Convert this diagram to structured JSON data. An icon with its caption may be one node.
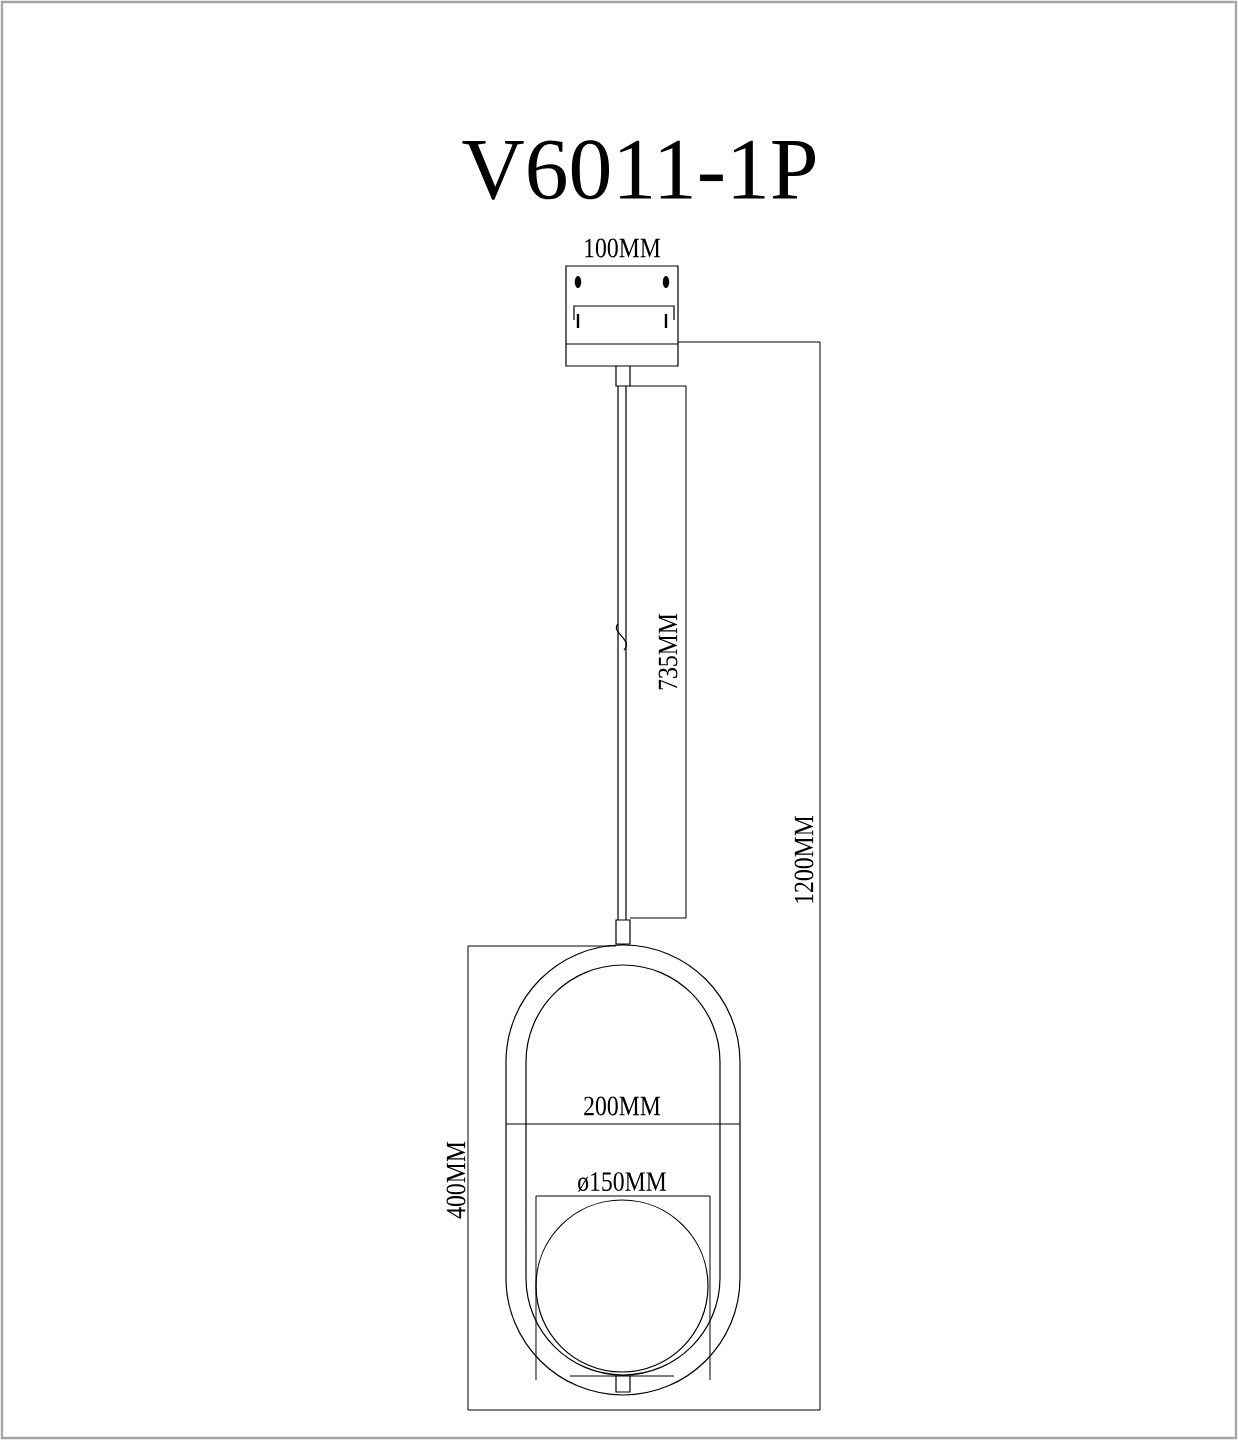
{
  "diagram": {
    "title": "V6011-1P",
    "labels": [
      "100MM",
      "735MM",
      "1200MM",
      "200MM",
      "ø150MM",
      "400MM"
    ]
  }
}
